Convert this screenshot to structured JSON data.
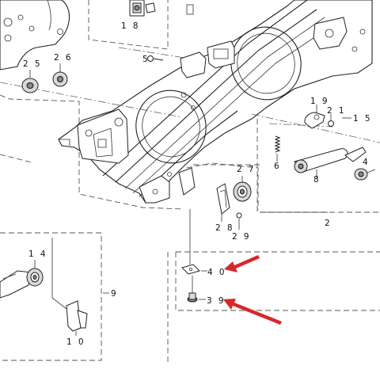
{
  "diagram": {
    "callouts": [
      {
        "id": "c18",
        "label": "1 8"
      },
      {
        "id": "c5",
        "label": "5"
      },
      {
        "id": "c25",
        "label": "2 5"
      },
      {
        "id": "c26",
        "label": "2 6"
      },
      {
        "id": "c19",
        "label": "1 9"
      },
      {
        "id": "c21",
        "label": "2 1"
      },
      {
        "id": "c15",
        "label": "1 5"
      },
      {
        "id": "c6",
        "label": "6"
      },
      {
        "id": "c4",
        "label": "4"
      },
      {
        "id": "c8",
        "label": "8"
      },
      {
        "id": "c27",
        "label": "2 7"
      },
      {
        "id": "c28",
        "label": "2 8"
      },
      {
        "id": "c29",
        "label": "2 9"
      },
      {
        "id": "c2",
        "label": "2"
      },
      {
        "id": "c14",
        "label": "1 4"
      },
      {
        "id": "c9",
        "label": "9"
      },
      {
        "id": "c10",
        "label": "1 0"
      },
      {
        "id": "c40",
        "label": "4 0"
      },
      {
        "id": "c39",
        "label": "3 9"
      }
    ],
    "highlight_color": "#d9262a"
  }
}
